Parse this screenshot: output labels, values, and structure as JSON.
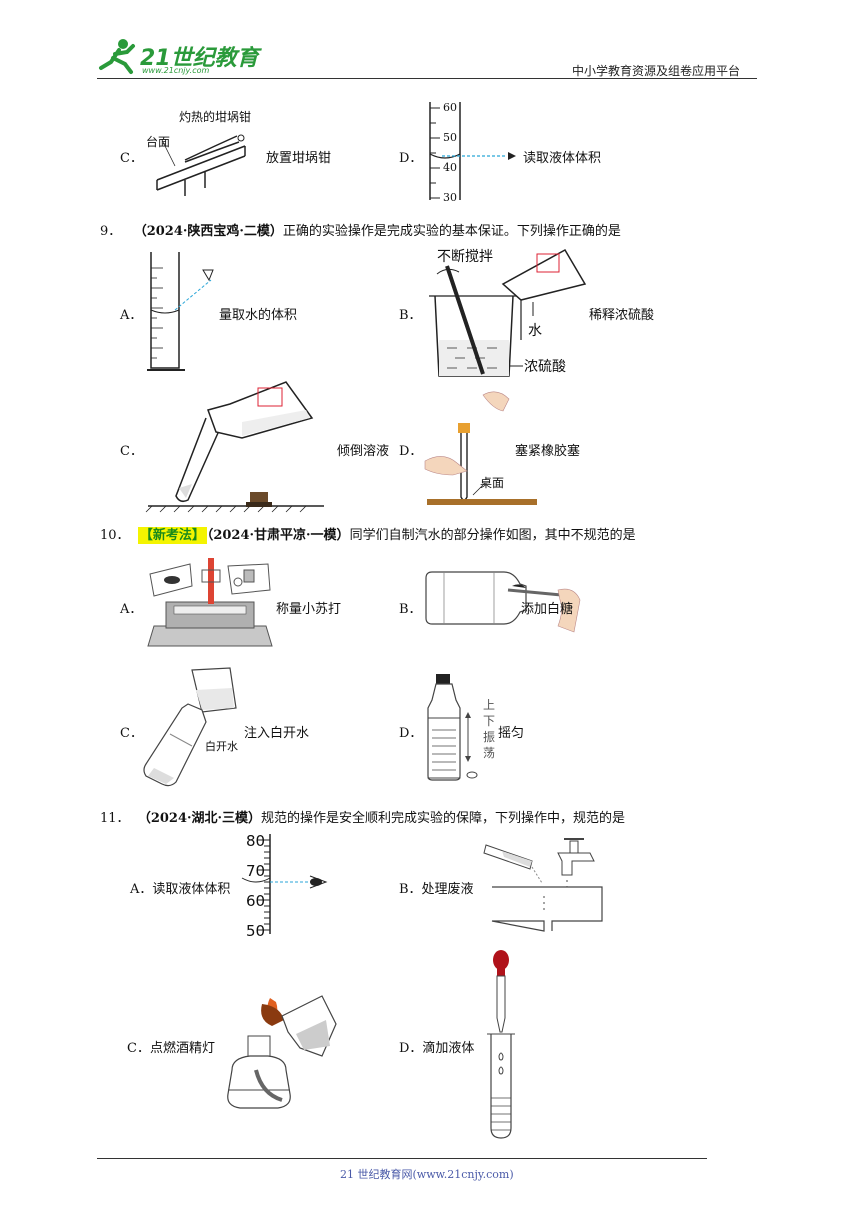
{
  "header": {
    "logo_text": "21世纪教育",
    "logo_url": "www.21cnjy.com",
    "platform": "中小学教育资源及组卷应用平台"
  },
  "q8": {
    "c_letter": "C．",
    "c_label": "放置坩埚钳",
    "c_fig_tongs": "灼热的坩埚钳",
    "c_fig_table": "台面",
    "d_letter": "D．",
    "d_label": "读取液体体积",
    "d_ticks": [
      "60",
      "50",
      "40",
      "30"
    ]
  },
  "q9": {
    "num": "9．",
    "source": "（2024·陕西宝鸡·二模）",
    "stem": "正确的实验操作是完成实验的基本保证。下列操作正确的是",
    "a_letter": "A．",
    "a_label": "量取水的体积",
    "b_letter": "B．",
    "b_label": "稀释浓硫酸",
    "b_fig_stir": "不断搅拌",
    "b_fig_water": "水",
    "b_fig_acid": "浓硫酸",
    "c_letter": "C．",
    "c_label": "倾倒溶液",
    "d_letter": "D．",
    "d_label": "塞紧橡胶塞",
    "d_fig_table": "桌面"
  },
  "q10": {
    "num": "10．",
    "tag": "【新考法】",
    "source": "（2024·甘肃平凉·一模）",
    "stem": "同学们自制汽水的部分操作如图，其中不规范的是",
    "a_letter": "A．",
    "a_label": "称量小苏打",
    "b_letter": "B．",
    "b_label": "添加白糖",
    "c_letter": "C．",
    "c_label": "注入白开水",
    "c_fig_water": "白开水",
    "d_letter": "D．",
    "d_label": "摇匀",
    "d_fig_shake": [
      "上",
      "下",
      "振",
      "荡"
    ]
  },
  "q11": {
    "num": "11．",
    "source": "（2024·湖北·三模）",
    "stem": "规范的操作是安全顺利完成实验的保障，下列操作中，规范的是",
    "a_label": "A．读取液体体积",
    "a_ticks": [
      "80",
      "70",
      "60",
      "50"
    ],
    "b_label": "B．处理废液",
    "c_label": "C．点燃酒精灯",
    "d_label": "D．滴加液体"
  },
  "footer": {
    "text": "21 世纪教育网(www.21cnjy.com)"
  }
}
